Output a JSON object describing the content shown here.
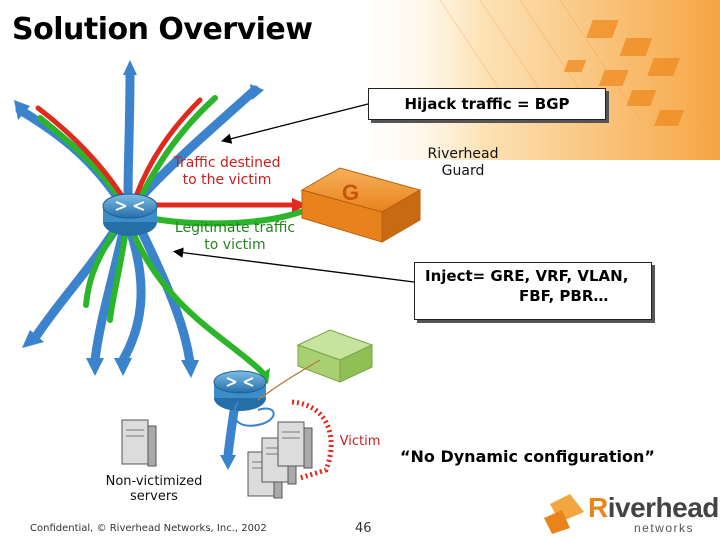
{
  "slide": {
    "title": "Solution Overview",
    "hijack_callout": "Hijack traffic = BGP",
    "inject_callout": {
      "line1": "Inject= GRE, VRF, VLAN,",
      "line2": "FBF, PBR…"
    },
    "traffic_label": {
      "line1": "Traffic destined",
      "line2": "to the victim"
    },
    "legit_label": {
      "line1": "Legitimate traffic",
      "line2": "to victim"
    },
    "guard_label": {
      "line1": "Riverhead",
      "line2": "Guard"
    },
    "guard_badge": "G",
    "victim_label": "Victim",
    "nonvictim_label": {
      "line1": "Non-victimized",
      "line2": "servers"
    },
    "quote": "“No Dynamic configuration”",
    "footer": "Confidential, © Riverhead Networks, Inc., 2002",
    "page_number": "46"
  },
  "logo": {
    "accent_letter": "R",
    "rest": "iverhead",
    "sub": "networks"
  },
  "colors": {
    "attack_traffic": "#e02a1e",
    "legit_traffic": "#2cb52a",
    "network_traffic": "#3c83cd",
    "guard_orange": "#e8821c",
    "router_blue": "#3d8ec8"
  },
  "icons": [
    "router-icon",
    "guard-appliance-icon",
    "server-icon",
    "arrow-icon"
  ]
}
